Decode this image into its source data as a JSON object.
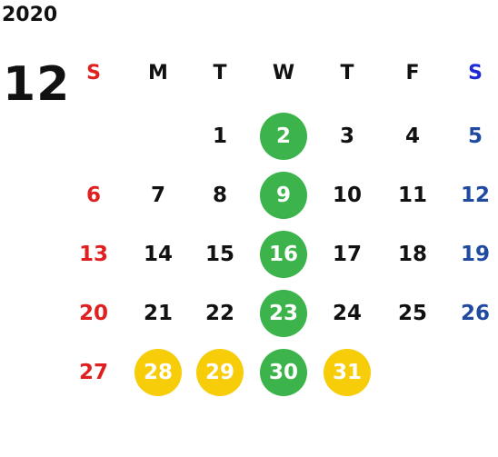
{
  "year": "2020",
  "month": "12",
  "weekdays": [
    {
      "label": "S",
      "color": "#e02020"
    },
    {
      "label": "M",
      "color": "#111111"
    },
    {
      "label": "T",
      "color": "#111111"
    },
    {
      "label": "W",
      "color": "#111111"
    },
    {
      "label": "T",
      "color": "#111111"
    },
    {
      "label": "F",
      "color": "#111111"
    },
    {
      "label": "S",
      "color": "#1e2ad8"
    }
  ],
  "colors": {
    "sunday": "#e02020",
    "saturday": "#1f4aa0",
    "weekday": "#111111",
    "green_highlight": "#3cb44b",
    "yellow_highlight": "#f7cd0a",
    "highlight_text": "#ffffff"
  },
  "weeks": [
    [
      {
        "day": ""
      },
      {
        "day": ""
      },
      {
        "day": "1"
      },
      {
        "day": "2",
        "highlight": "green"
      },
      {
        "day": "3"
      },
      {
        "day": "4"
      },
      {
        "day": "5"
      }
    ],
    [
      {
        "day": "6"
      },
      {
        "day": "7"
      },
      {
        "day": "8"
      },
      {
        "day": "9",
        "highlight": "green"
      },
      {
        "day": "10"
      },
      {
        "day": "11"
      },
      {
        "day": "12"
      }
    ],
    [
      {
        "day": "13"
      },
      {
        "day": "14"
      },
      {
        "day": "15"
      },
      {
        "day": "16",
        "highlight": "green"
      },
      {
        "day": "17"
      },
      {
        "day": "18"
      },
      {
        "day": "19"
      }
    ],
    [
      {
        "day": "20"
      },
      {
        "day": "21"
      },
      {
        "day": "22"
      },
      {
        "day": "23",
        "highlight": "green"
      },
      {
        "day": "24"
      },
      {
        "day": "25"
      },
      {
        "day": "26"
      }
    ],
    [
      {
        "day": "27"
      },
      {
        "day": "28",
        "highlight": "yellow"
      },
      {
        "day": "29",
        "highlight": "yellow"
      },
      {
        "day": "30",
        "highlight": "green"
      },
      {
        "day": "31",
        "highlight": "yellow"
      },
      {
        "day": ""
      },
      {
        "day": ""
      }
    ]
  ]
}
